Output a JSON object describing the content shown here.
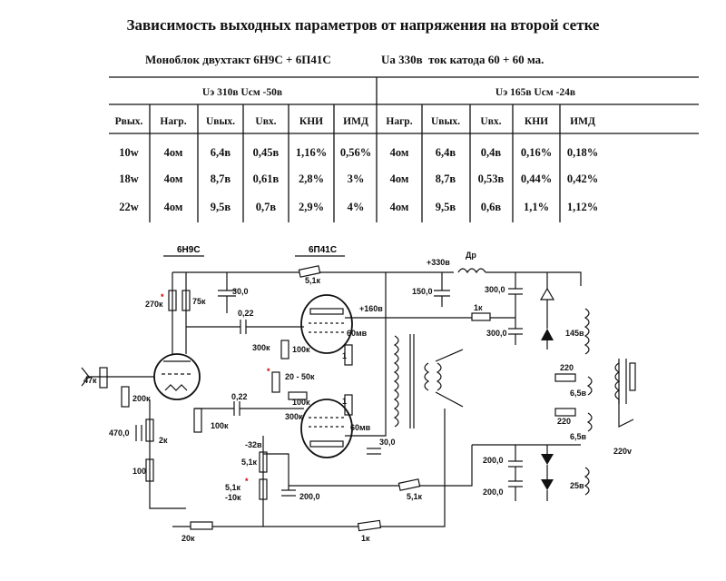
{
  "title": "Зависимость выходных параметров от напряжения на второй сетке",
  "subtitle": "Моноблок двухтакт 6Н9С + 6П41С",
  "subtitle2": "Ua 330в  ток катода 60 + 60 ма.",
  "table": {
    "group_left": "Uэ  310в   Uсм  -50в",
    "group_right": "Uэ  165в   Uсм  -24в",
    "headers": [
      "Pвых.",
      "Нагр.",
      "Uвых.",
      "Uвх.",
      "КНИ",
      "ИМД",
      "Нагр.",
      "Uвых.",
      "Uвх.",
      "КНИ",
      "ИМД"
    ],
    "rows": [
      [
        "10w",
        "4ом",
        "6,4в",
        "0,45в",
        "1,16%",
        "0,56%",
        "4ом",
        "6,4в",
        "0,4в",
        "0,16%",
        "0,18%"
      ],
      [
        "18w",
        "4ом",
        "8,7в",
        "0,61в",
        "2,8%",
        "3%",
        "4ом",
        "8,7в",
        "0,53в",
        "0,44%",
        "0,42%"
      ],
      [
        "22w",
        "4ом",
        "9,5в",
        "0,7в",
        "2,9%",
        "4%",
        "4ом",
        "9,5в",
        "0,6в",
        "1,1%",
        "1,12%"
      ]
    ]
  },
  "schematic": {
    "tube1": "6Н9С",
    "tube2": "6П41С",
    "labels": {
      "r270k": "270к",
      "r75k": "75к",
      "c30": "30,0",
      "r51k_top": "5,1к",
      "plus330": "+330в",
      "dr": "Др",
      "c150": "150,0",
      "c300a": "300,0",
      "c300b": "300,0",
      "r1k_top": "1к",
      "plus160": "+160в",
      "c022a": "0,22",
      "r300k_a": "300к",
      "r100k_a": "100к",
      "r60mv_a": "60мв",
      "r1_a": "1",
      "r145": "145в",
      "r47k": "47к",
      "r200k": "200к",
      "r20_50k": "20 - 50к",
      "r100k_b": "100к",
      "r300k_b": "300к",
      "r220a": "220",
      "v65a": "6,5в",
      "r220b": "220",
      "c022b": "0,22",
      "r100k_pot": "100к",
      "r1_b": "1",
      "r60mv_b": "60мв",
      "c470": "470,0",
      "r2k": "2к",
      "minus32": "-32в",
      "c30b": "30,0",
      "v65b": "6,5в",
      "r51k_b": "5,1к",
      "c200a": "200,0",
      "v220": "220v",
      "r100": "100",
      "r51k_10k": "5,1к",
      "r10k": "-10к",
      "c200b": "200,0",
      "r51k_c": "5,1к",
      "c200c": "200,0",
      "v25": "25в",
      "r20k": "20к",
      "r1k_bot": "1к",
      "star": "*"
    }
  }
}
